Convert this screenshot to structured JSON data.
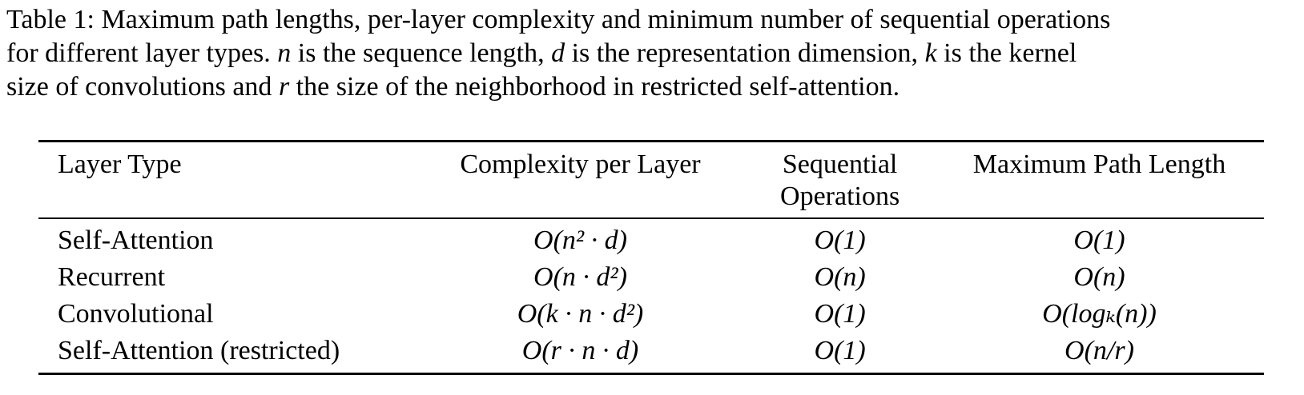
{
  "caption": {
    "line1": "Table 1:  Maximum path lengths, per-layer complexity and minimum number of sequential operations",
    "line2_a": "for different layer types. ",
    "line2_n": "n",
    "line2_b": " is the sequence length, ",
    "line2_d": "d",
    "line2_c": " is the representation dimension, ",
    "line2_k": "k",
    "line2_e": " is the kernel",
    "line3_a": "size of convolutions and ",
    "line3_r": "r",
    "line3_b": " the size of the neighborhood in restricted self-attention."
  },
  "table": {
    "headers": {
      "layer_type": "Layer Type",
      "complexity": "Complexity per Layer",
      "sequential_line1": "Sequential",
      "sequential_line2": "Operations",
      "path_length": "Maximum Path Length"
    },
    "rows": [
      {
        "layer_type": "Self-Attention",
        "complexity": "O(n² · d)",
        "sequential": "O(1)",
        "path_length": "O(1)"
      },
      {
        "layer_type": "Recurrent",
        "complexity": "O(n · d²)",
        "sequential": "O(n)",
        "path_length": "O(n)"
      },
      {
        "layer_type": "Convolutional",
        "complexity": "O(k · n · d²)",
        "sequential": "O(1)",
        "path_length": "O(logₖ(n))"
      },
      {
        "layer_type": "Self-Attention (restricted)",
        "complexity": "O(r · n · d)",
        "sequential": "O(1)",
        "path_length": "O(n/r)"
      }
    ]
  }
}
